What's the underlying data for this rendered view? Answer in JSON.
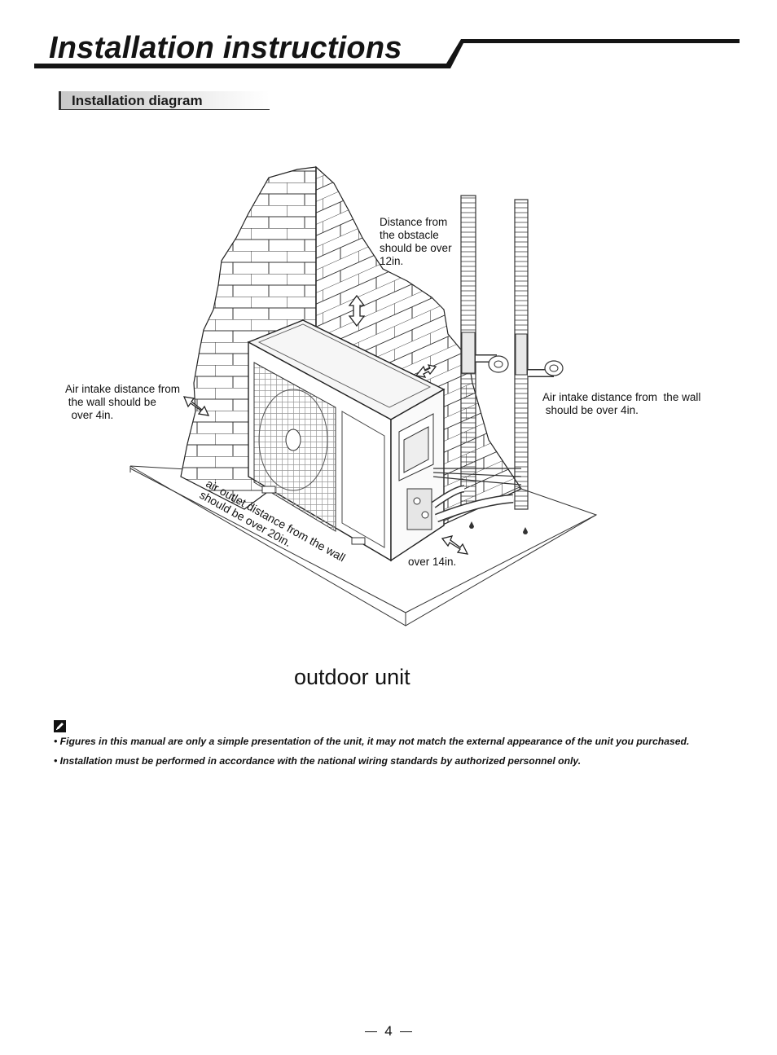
{
  "header": {
    "title": "Installation instructions"
  },
  "section": {
    "title": "Installation diagram"
  },
  "diagram": {
    "labels": {
      "top_clearance": "Distance from\nthe obstacle\nshould be over\n12in.",
      "left_intake": "Air intake distance from\n the wall should be\n  over 4in.",
      "right_intake": "Air intake distance from  the wall\n should be over 4in.",
      "outlet": "air outlet distance from the wall\nshould be over 20in.",
      "front_clearance": "over 14in."
    },
    "caption": "outdoor unit"
  },
  "notes": {
    "icon": "pencil-note-icon",
    "items": [
      "• Figures in this manual are only a simple presentation of the unit, it may not match the external appearance of the unit you purchased.",
      "• Installation must be performed in accordance with the national wiring standards by authorized personnel only."
    ]
  },
  "footer": {
    "page_number": "4"
  }
}
